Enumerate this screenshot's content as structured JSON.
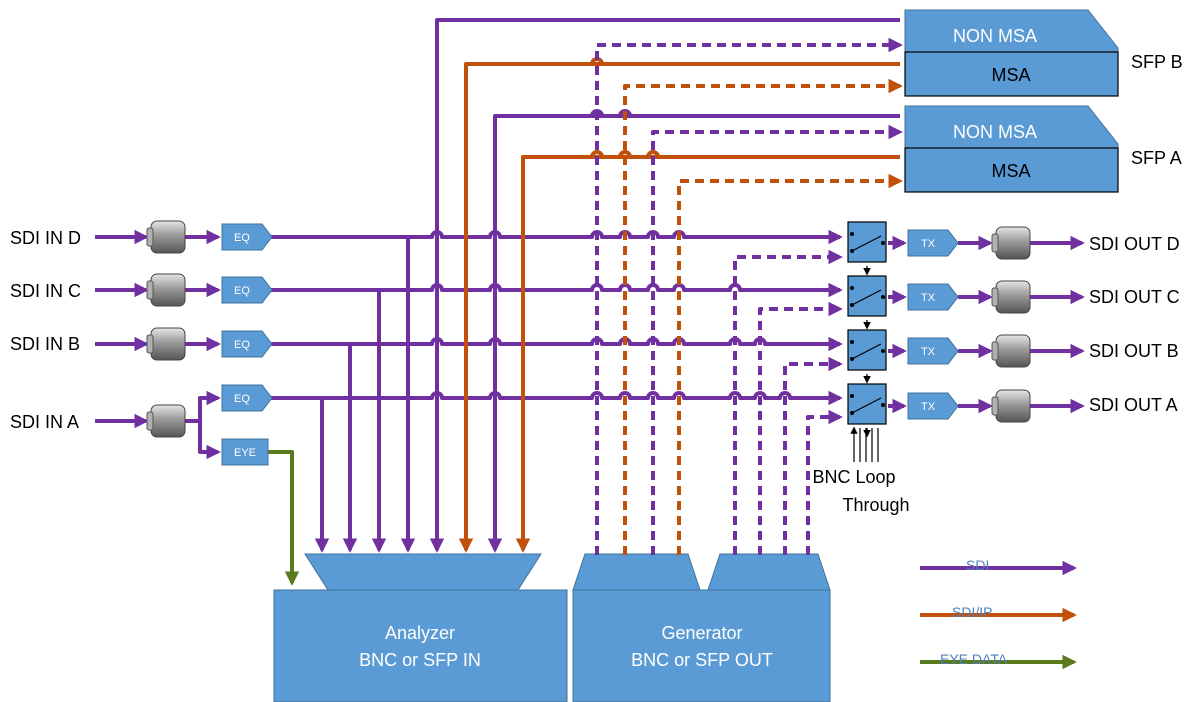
{
  "inputs": {
    "d": "SDI IN D",
    "c": "SDI IN C",
    "b": "SDI IN B",
    "a": "SDI IN A"
  },
  "outputs": {
    "d": "SDI OUT D",
    "c": "SDI OUT C",
    "b": "SDI OUT B",
    "a": "SDI OUT A"
  },
  "blocks": {
    "eq": "EQ",
    "eye": "EYE",
    "tx": "TX"
  },
  "sfp_b": {
    "label": "SFP B",
    "non_msa": "NON MSA",
    "msa": "MSA"
  },
  "sfp_a": {
    "label": "SFP A",
    "non_msa": "NON MSA",
    "msa": "MSA"
  },
  "loop_through": {
    "line1": "BNC Loop",
    "line2": "Through"
  },
  "analyzer": {
    "line1": "Analyzer",
    "line2": "BNC or SFP IN"
  },
  "generator": {
    "line1": "Generator",
    "line2": "BNC or SFP OUT"
  },
  "legend": {
    "sdi": "SDI",
    "sdi_ip": "SDI/IP",
    "eye_data": "EYE DATA"
  },
  "colors": {
    "sdi": "#7030a0",
    "sdi_ip": "#c0500a",
    "eye_data": "#5a7a1e",
    "block_fill": "#5b9bd5",
    "block_stroke": "#41719c"
  }
}
